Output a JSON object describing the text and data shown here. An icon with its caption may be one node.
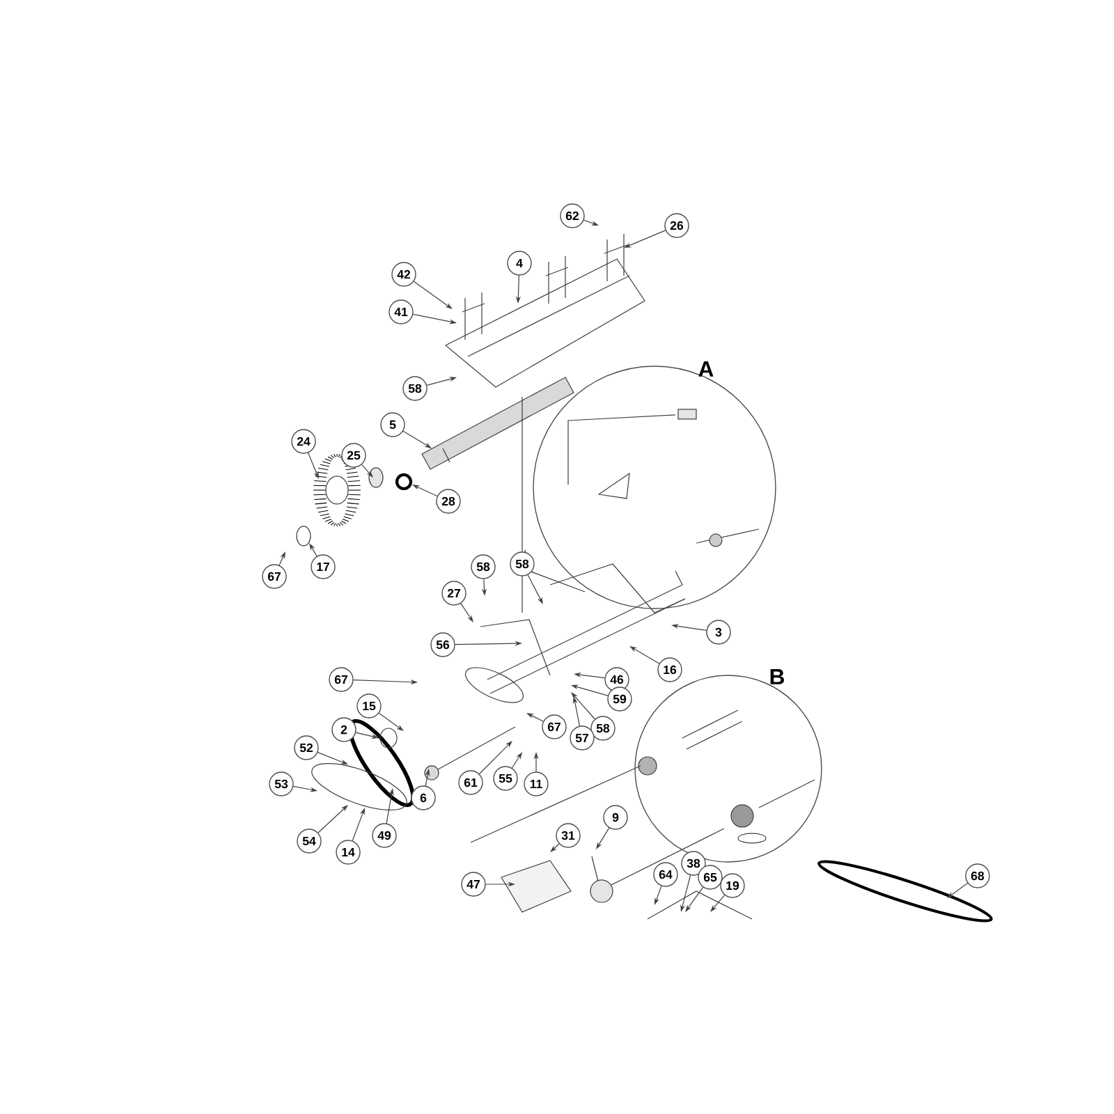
{
  "diagram": {
    "nodes": [
      {
        "text": [
          "62"
        ]
      },
      {
        "text": [
          "26"
        ]
      },
      {
        "text": [
          "4"
        ]
      },
      {
        "text": [
          "42"
        ]
      },
      {
        "text": [
          "41"
        ]
      },
      {
        "text": [
          "58"
        ]
      },
      {
        "text": [
          "5"
        ]
      },
      {
        "text": [
          "24"
        ]
      },
      {
        "text": [
          "25"
        ]
      },
      {
        "text": [
          "28"
        ]
      },
      {
        "text": [
          "17"
        ]
      },
      {
        "text": [
          "67"
        ]
      },
      {
        "text": [
          "58"
        ]
      },
      {
        "text": [
          "58"
        ]
      },
      {
        "text": [
          "27"
        ]
      },
      {
        "text": [
          "3"
        ]
      },
      {
        "text": [
          "56"
        ]
      },
      {
        "text": [
          "16"
        ]
      },
      {
        "text": [
          "67"
        ]
      },
      {
        "text": [
          "46"
        ]
      },
      {
        "text": [
          "59"
        ]
      },
      {
        "text": [
          "15"
        ]
      },
      {
        "text": [
          "67"
        ]
      },
      {
        "text": [
          "58"
        ]
      },
      {
        "text": [
          "2"
        ]
      },
      {
        "text": [
          "57"
        ]
      },
      {
        "text": [
          "52"
        ]
      },
      {
        "text": [
          "11"
        ]
      },
      {
        "text": [
          "55"
        ]
      },
      {
        "text": [
          "61"
        ]
      },
      {
        "text": [
          "53"
        ]
      },
      {
        "text": [
          "6"
        ]
      },
      {
        "text": [
          "9"
        ]
      },
      {
        "text": [
          "49"
        ]
      },
      {
        "text": [
          "31"
        ]
      },
      {
        "text": [
          "54"
        ]
      },
      {
        "text": [
          "14"
        ]
      },
      {
        "text": [
          "64"
        ]
      },
      {
        "text": [
          "38"
        ]
      },
      {
        "text": [
          "65"
        ]
      },
      {
        "text": [
          "68"
        ]
      },
      {
        "text": [
          "19"
        ]
      },
      {
        "text": [
          "47"
        ]
      }
    ],
    "edges": [
      {
        "from": 0,
        "to": null,
        "arrow": "to"
      },
      {
        "from": 1,
        "to": null,
        "arrow": "to"
      },
      {
        "from": 2,
        "to": null,
        "arrow": "to"
      },
      {
        "from": 3,
        "to": null,
        "arrow": "to"
      },
      {
        "from": 4,
        "to": null,
        "arrow": "to"
      },
      {
        "from": 5,
        "to": null,
        "arrow": "to"
      },
      {
        "from": 6,
        "to": null,
        "arrow": "to"
      },
      {
        "from": 7,
        "to": null,
        "arrow": "to"
      },
      {
        "from": 8,
        "to": null,
        "arrow": "to"
      },
      {
        "from": 9,
        "to": null,
        "arrow": "to"
      },
      {
        "from": 10,
        "to": null,
        "arrow": "to"
      },
      {
        "from": 11,
        "to": null,
        "arrow": "to"
      },
      {
        "from": 12,
        "to": null,
        "arrow": "to"
      },
      {
        "from": 13,
        "to": null,
        "arrow": "to"
      },
      {
        "from": 14,
        "to": null,
        "arrow": "to"
      },
      {
        "from": 15,
        "to": null,
        "arrow": "to"
      },
      {
        "from": 16,
        "to": null,
        "arrow": "to"
      },
      {
        "from": 17,
        "to": null,
        "arrow": "to"
      },
      {
        "from": 18,
        "to": null,
        "arrow": "to"
      },
      {
        "from": 19,
        "to": null,
        "arrow": "to"
      },
      {
        "from": 20,
        "to": null,
        "arrow": "to"
      },
      {
        "from": 21,
        "to": null,
        "arrow": "to"
      },
      {
        "from": 22,
        "to": null,
        "arrow": "to"
      },
      {
        "from": 23,
        "to": null,
        "arrow": "to"
      },
      {
        "from": 24,
        "to": null,
        "arrow": "to"
      },
      {
        "from": 25,
        "to": null,
        "arrow": "to"
      },
      {
        "from": 26,
        "to": null,
        "arrow": "to"
      },
      {
        "from": 27,
        "to": null,
        "arrow": "to"
      },
      {
        "from": 28,
        "to": null,
        "arrow": "to"
      },
      {
        "from": 29,
        "to": null,
        "arrow": "to"
      },
      {
        "from": 30,
        "to": null,
        "arrow": "to"
      },
      {
        "from": 31,
        "to": null,
        "arrow": "to"
      },
      {
        "from": 32,
        "to": null,
        "arrow": "to"
      },
      {
        "from": 33,
        "to": null,
        "arrow": "to"
      },
      {
        "from": 34,
        "to": null,
        "arrow": "to"
      },
      {
        "from": 35,
        "to": null,
        "arrow": "to"
      },
      {
        "from": 36,
        "to": null,
        "arrow": "to"
      },
      {
        "from": 37,
        "to": null,
        "arrow": "to"
      },
      {
        "from": 38,
        "to": null,
        "arrow": "to"
      },
      {
        "from": 39,
        "to": null,
        "arrow": "to"
      },
      {
        "from": 40,
        "to": null,
        "arrow": "to"
      },
      {
        "from": 41,
        "to": null,
        "arrow": "to"
      },
      {
        "from": 42,
        "to": null,
        "arrow": "to"
      }
    ],
    "labels": [
      "A",
      "B"
    ]
  }
}
